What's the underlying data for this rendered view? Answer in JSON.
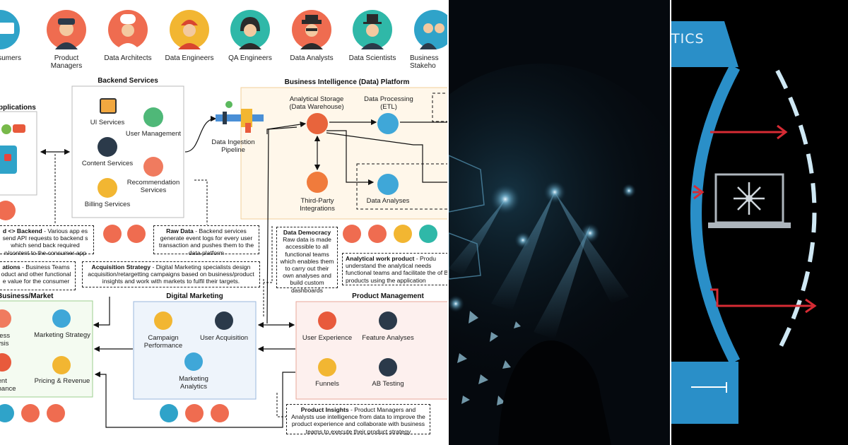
{
  "personas": [
    {
      "label": "Consumers",
      "visible": "sumers",
      "color": "#2fa3c9"
    },
    {
      "label": "Product Managers",
      "color": "#ef6c50"
    },
    {
      "label": "Data Architects",
      "color": "#ef6c50"
    },
    {
      "label": "Data Engineers",
      "color": "#f2b632"
    },
    {
      "label": "QA Engineers",
      "color": "#2fb8a8"
    },
    {
      "label": "Data Analysts",
      "color": "#ef6c50"
    },
    {
      "label": "Data Scientists",
      "color": "#2fb8a8"
    },
    {
      "label": "Business Stakeholders",
      "visible": "Business Stakeho",
      "color": "#2fa3c9"
    }
  ],
  "boxes": {
    "applications": {
      "title": "pplications"
    },
    "backend": {
      "title": "Backend Services",
      "items": [
        "UI Services",
        "User Management",
        "Content Services",
        "Recommendation Services",
        "Billing Services"
      ]
    },
    "ingestion": {
      "label": "Data Ingestion Pipeline"
    },
    "bi": {
      "title": "Business Intelligence (Data) Platform",
      "items": [
        "Analytical Storage (Data Warehouse)",
        "Data Processing (ETL)",
        "Third-Party Integrations",
        "Data Analyses"
      ]
    },
    "business": {
      "title": "Business/Market",
      "items": [
        "ness lysis",
        "Marketing Strategy",
        "tent mance",
        "Pricing & Revenue"
      ]
    },
    "digital": {
      "title": "Digital Marketing",
      "items": [
        "Campaign Performance",
        "User Acquisition",
        "Marketing Analytics"
      ]
    },
    "product": {
      "title": "Product Management",
      "items": [
        "User Experience",
        "Feature Analyses",
        "Funnels",
        "AB Testing"
      ]
    }
  },
  "notes": {
    "app_backend": {
      "title": "d <> Backend",
      "text": "- Various app es send API requests to backend s which send back required n/content to the consumer app"
    },
    "raw_data": {
      "title": "Raw Data",
      "text": "- Backend services generate event logs for every user transaction and pushes them to the data platform"
    },
    "data_democracy": {
      "title": "Data Democracy",
      "text": "Raw data is made accessible to all functional teams which enables them to carry out their own analyses and build custom dashboards"
    },
    "applications": {
      "title": "ations",
      "text": "- Business Teams oduct and other functional e value for the consumer"
    },
    "acquisition": {
      "title": "Acquisition Strategy",
      "text": "- Digital Marketing specialists design acquisition/retargetting campaigns based on business/product insights and work with markets to fulfil their targets."
    },
    "analytical_work": {
      "title": "Analytical work product",
      "text": "- Produ understand the analytical needs functional teams and facilitate the of BI products using the application"
    },
    "product_insights": {
      "title": "Product Insights",
      "text": "- Product Managers and Analysts use intelligence from data to improve the product experience and collaborate with business teams to execute their product strategy"
    }
  },
  "third_panel": {
    "banner": "TICS",
    "accent": "#2a8fc8",
    "arrow": "#d62b34"
  }
}
